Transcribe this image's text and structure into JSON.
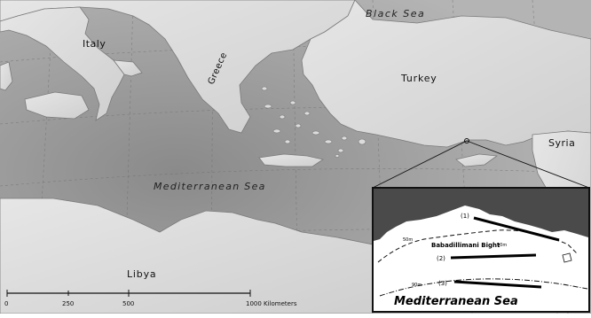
{
  "labels": {
    "black_sea": "Black Sea",
    "italy": "Italy",
    "greece": "Greece",
    "turkey": "Turkey",
    "syria": "Syria",
    "libya": "Libya",
    "med_sea": "Mediterranean Sea"
  },
  "scale_bar": {
    "ticks": [
      "0",
      "250",
      "500",
      "1000 Kilometers"
    ]
  },
  "inset": {
    "title": "Mediterranean Sea",
    "bight_label": "Babadillimani Bight",
    "transects": [
      "(1)",
      "(2)",
      "(3)"
    ],
    "depth_labels": [
      "50m",
      "50m",
      "90m"
    ]
  },
  "colors": {
    "sea": "#9a9a9a",
    "land": "#dedede",
    "inset_dark": "#4a4a4a"
  }
}
